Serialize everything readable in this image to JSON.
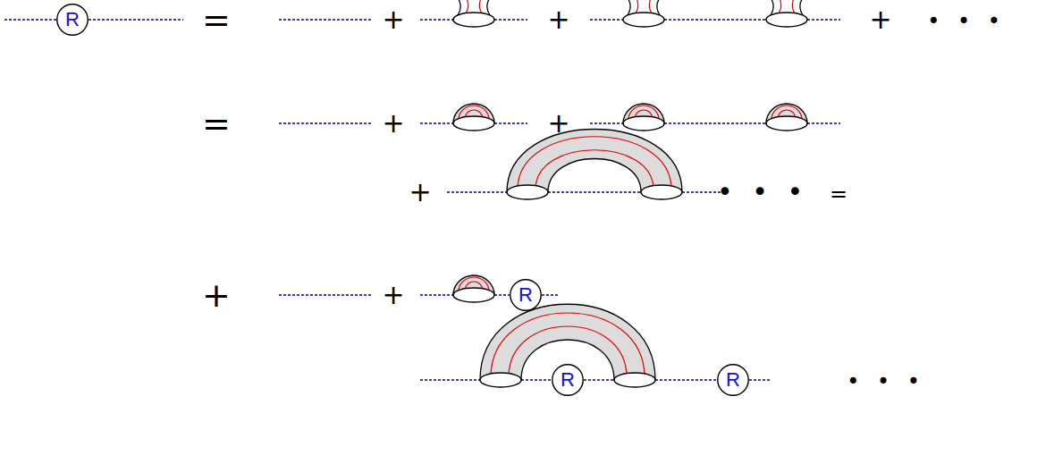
{
  "diagram": {
    "nodes": [
      {
        "text": [
          "R"
        ]
      },
      {
        "text": [
          "R"
        ]
      },
      {
        "text": [
          "R"
        ]
      },
      {
        "text": [
          "R"
        ]
      }
    ],
    "labels": [
      "=",
      "+",
      "+",
      "+",
      "• • •",
      "=",
      "+",
      "+",
      "+",
      "• • •",
      "=",
      "+",
      "+",
      "• • •"
    ]
  }
}
